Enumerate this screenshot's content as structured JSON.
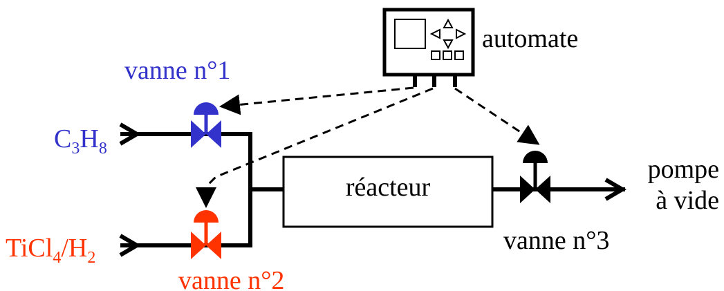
{
  "labels": {
    "automate": "automate",
    "valve1": "vanne n°1",
    "valve2": "vanne n°2",
    "valve3": "vanne n°3",
    "reactor": "réacteur",
    "pump_line1": "pompe",
    "pump_line2": "à vide"
  },
  "inputs": {
    "propane": {
      "base1": "C",
      "sub1": "3",
      "base2": "H",
      "sub2": "8"
    },
    "ticl4": {
      "base1": "TiCl",
      "sub1": "4",
      "base2": "/H",
      "sub2": "2"
    }
  },
  "colors": {
    "valve1": "#3333cc",
    "valve2": "#ff3300",
    "valve3": "#000000",
    "line": "#000000"
  },
  "icons": {
    "automate_screen": "square",
    "automate_nav": "triangle-arrows",
    "automate_buttons": "three-squares"
  }
}
